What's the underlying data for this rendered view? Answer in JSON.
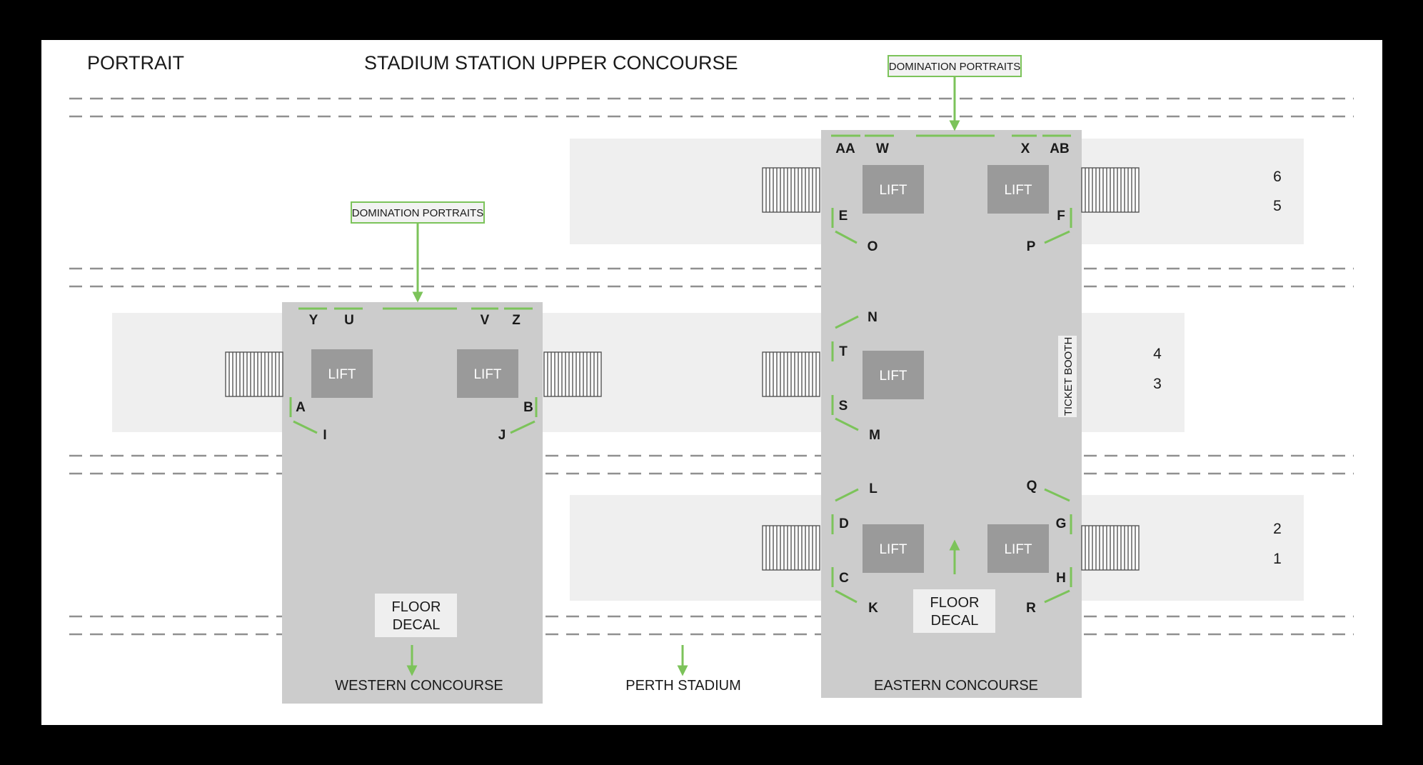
{
  "header": {
    "portrait_label": "PORTRAIT",
    "title": "STADIUM STATION UPPER CONCOURSE"
  },
  "callouts": {
    "domination_east": "DOMINATION PORTRAITS",
    "domination_west": "DOMINATION PORTRAITS"
  },
  "lift_label": "LIFT",
  "ticket_booth": "TICKET BOOTH",
  "floor_decal": {
    "line1": "FLOOR",
    "line2": "DECAL"
  },
  "concourses": {
    "western": "WESTERN CONCOURSE",
    "eastern": "EASTERN CONCOURSE",
    "stadium": "PERTH STADIUM"
  },
  "platform_numbers": [
    "6",
    "5",
    "4",
    "3",
    "2",
    "1"
  ],
  "positions": {
    "west": [
      "Y",
      "U",
      "V",
      "Z",
      "A",
      "B",
      "I",
      "J"
    ],
    "east": [
      "AA",
      "W",
      "X",
      "AB",
      "E",
      "F",
      "O",
      "P",
      "N",
      "T",
      "S",
      "M",
      "L",
      "Q",
      "D",
      "G",
      "C",
      "H",
      "K",
      "R"
    ]
  },
  "colors": {
    "accent": "#7cc35a",
    "concourse": "#cccccc",
    "lift": "#9a9a9a",
    "platform": "#efefef"
  }
}
